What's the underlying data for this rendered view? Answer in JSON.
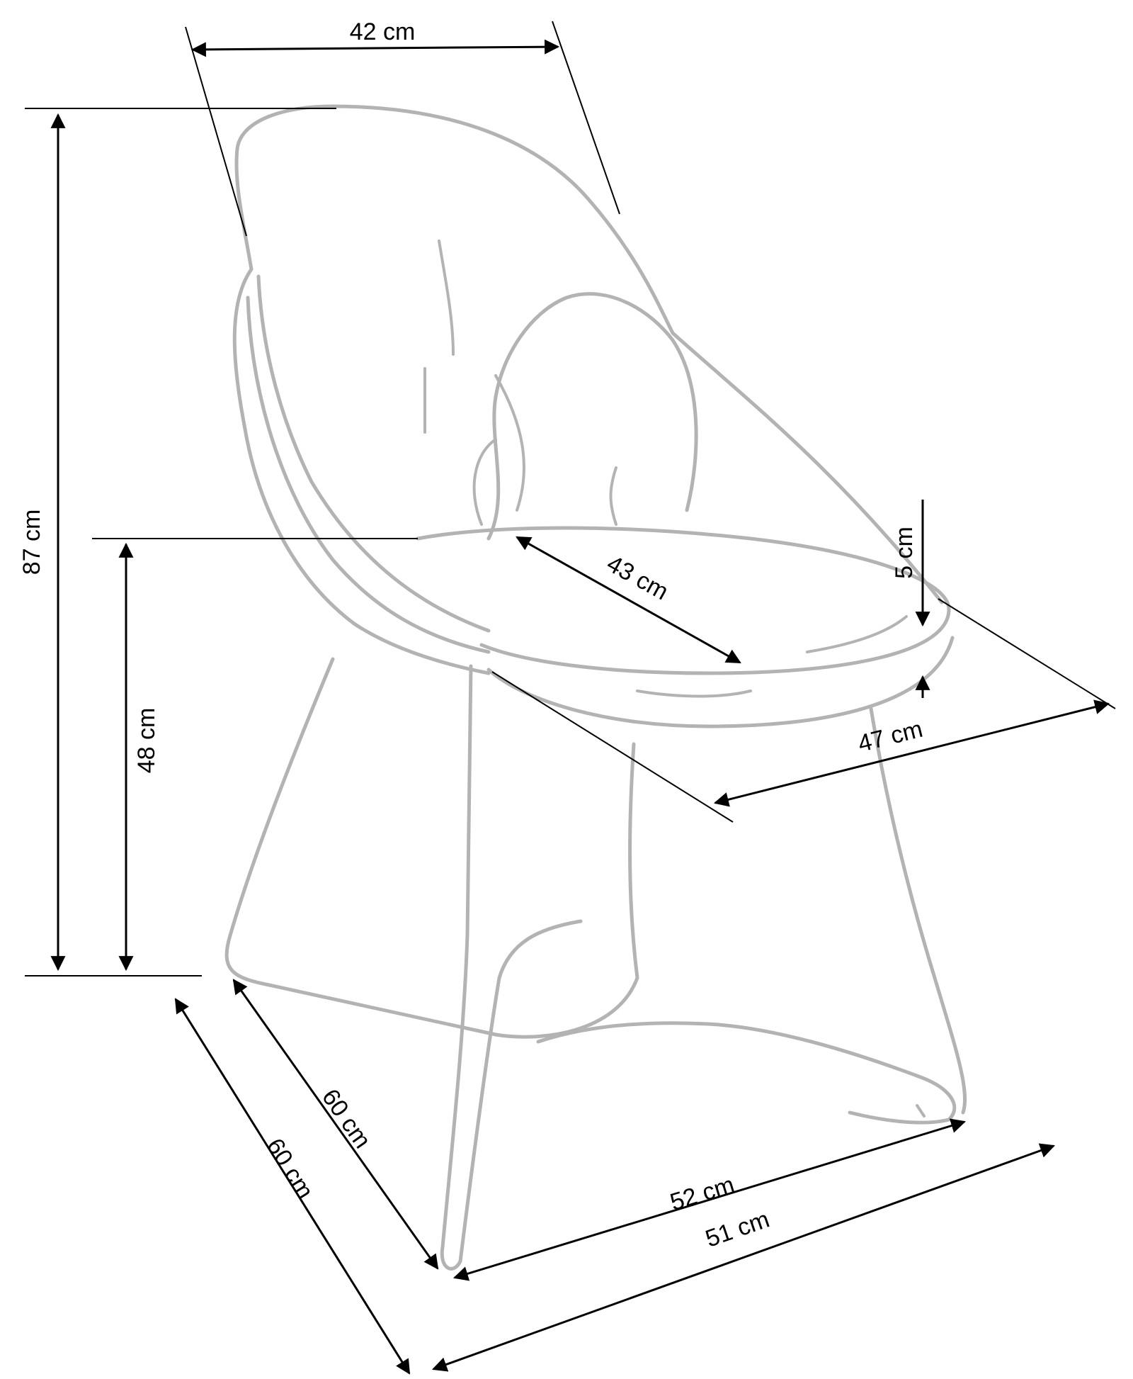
{
  "dimensions": {
    "width_top": "42 cm",
    "height_total": "87 cm",
    "seat_height": "48 cm",
    "seat_depth": "43 cm",
    "seat_thickness": "5 cm",
    "seat_width": "47 cm",
    "depth_inner": "60 cm",
    "depth_outer": "60 cm",
    "width_inner": "52 cm",
    "width_outer": "51 cm"
  },
  "colors": {
    "outline": "#b3b3b3",
    "dimension_lines": "#000000"
  }
}
